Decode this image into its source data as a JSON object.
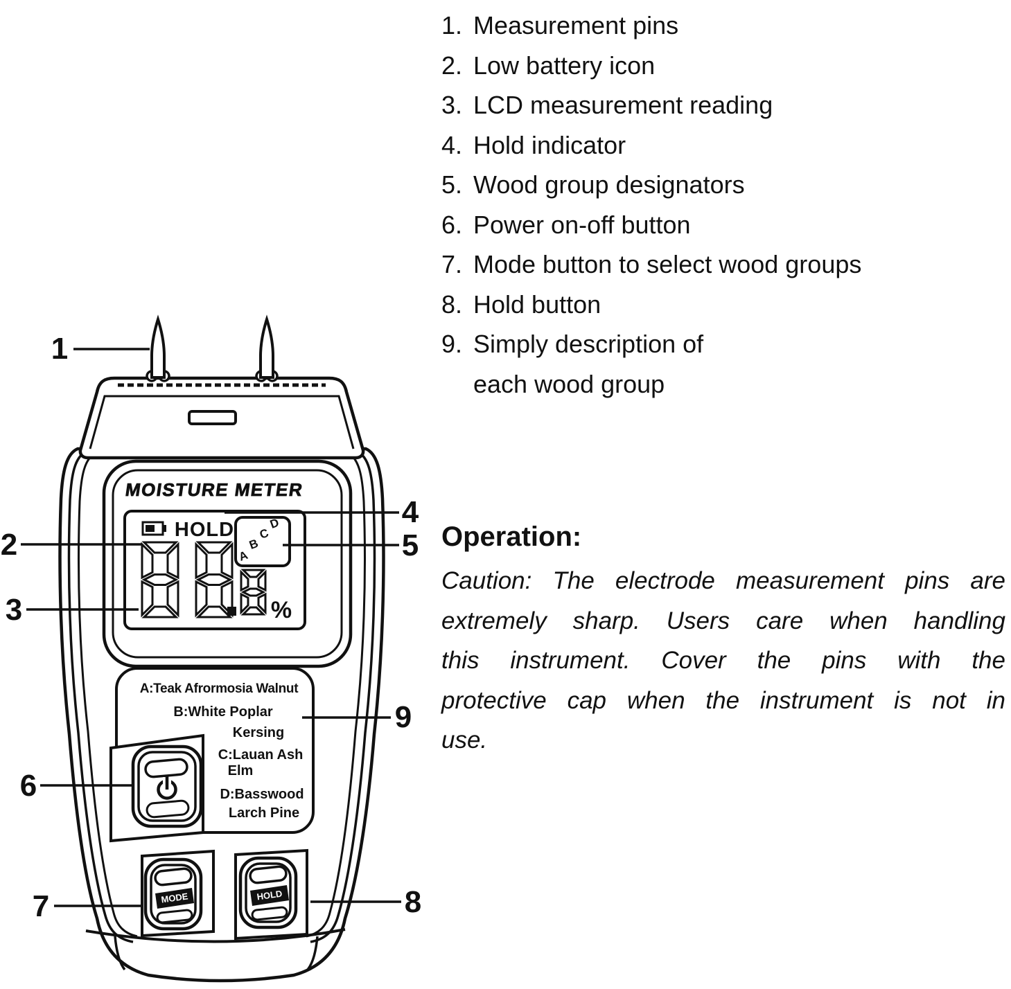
{
  "colors": {
    "ink": "#111111",
    "paper": "#ffffff"
  },
  "legend": {
    "items": [
      {
        "num": "1.",
        "label": "Measurement pins"
      },
      {
        "num": "2.",
        "label": "Low battery icon"
      },
      {
        "num": "3.",
        "label": "LCD measurement reading"
      },
      {
        "num": "4.",
        "label": "Hold indicator"
      },
      {
        "num": "5.",
        "label": "Wood group designators"
      },
      {
        "num": "6.",
        "label": "Power on-off button"
      },
      {
        "num": "7.",
        "label": "Mode button to select wood groups"
      },
      {
        "num": "8.",
        "label": "Hold button"
      },
      {
        "num": "9.",
        "label": "Simply description of"
      },
      {
        "num": "",
        "label": "each wood group"
      }
    ]
  },
  "operation": {
    "heading": "Operation:",
    "caution_lines": [
      "Caution: The electrode measurement pins are",
      "extremely sharp. Users care when handling",
      "this instrument. Cover the pins with the",
      "protective cap when the instrument is not in",
      "use."
    ]
  },
  "device": {
    "title": "MOISTURE METER",
    "lcd": {
      "hold": "HOLD",
      "reading": "88.8",
      "unit": "%",
      "groups": [
        "A",
        "B",
        "C",
        "D"
      ]
    },
    "panel_lines": [
      "A:Teak Afrormosia Walnut",
      "B:White Poplar",
      "Kersing",
      "C:Lauan Ash",
      "Elm",
      "D:Basswood",
      "Larch Pine"
    ],
    "buttons": {
      "mode": "MODE",
      "hold": "HOLD"
    }
  },
  "callouts": {
    "labels": [
      "1",
      "2",
      "3",
      "4",
      "5",
      "6",
      "7",
      "8",
      "9"
    ]
  }
}
